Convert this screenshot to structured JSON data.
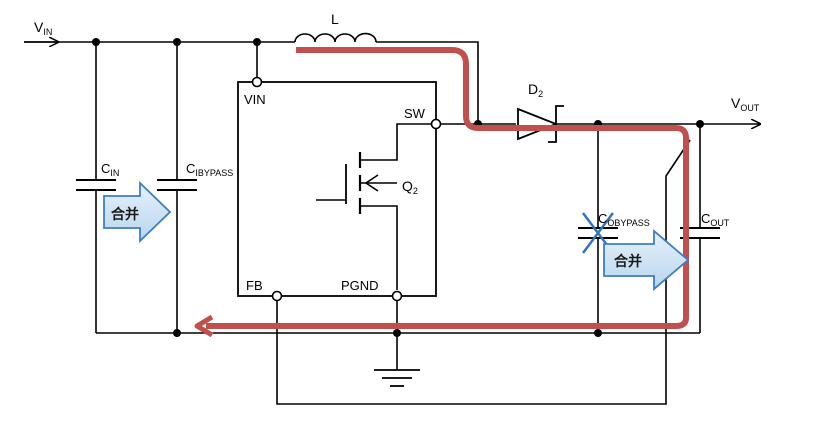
{
  "nodes": {
    "vin_main": "V",
    "vin_sub": "IN",
    "vout_main": "V",
    "vout_sub": "OUT"
  },
  "components": {
    "inductor": "L",
    "diode_main": "D",
    "diode_sub": "2",
    "transistor_main": "Q",
    "transistor_sub": "2",
    "cin_main": "C",
    "cin_sub": "IN",
    "cibypass_main": "C",
    "cibypass_sub": "IBYPASS",
    "cobypass_main": "C",
    "cobypass_sub": "OBYPASS",
    "cout_main": "C",
    "cout_sub": "OUT"
  },
  "ic_pins": {
    "vin": "VIN",
    "sw": "SW",
    "fb": "FB",
    "pgnd": "PGND"
  },
  "annotations": {
    "merge_left": "合并",
    "merge_right": "合并"
  },
  "colors": {
    "current_path": "#c0504d",
    "arrow_fill": "#cfe3f3",
    "arrow_stroke": "#3b7fc4",
    "removed_cross": "#2f74c0"
  }
}
